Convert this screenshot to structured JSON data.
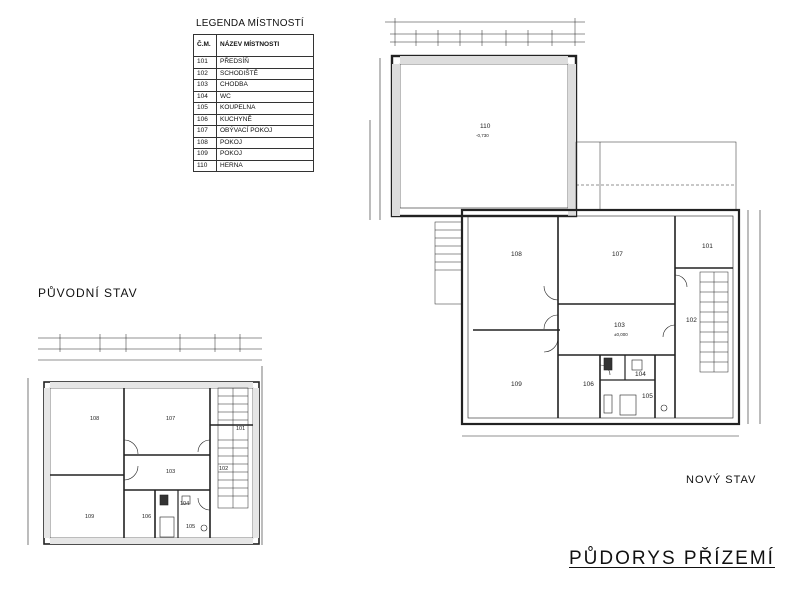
{
  "legend": {
    "title": "LEGENDA MÍSTNOSTÍ",
    "col_no": "Č.M.",
    "col_name": "NÁZEV MÍSTNOSTI",
    "rows": [
      {
        "no": "101",
        "name": "PŘEDSÍŇ"
      },
      {
        "no": "102",
        "name": "SCHODIŠTĚ"
      },
      {
        "no": "103",
        "name": "CHODBA"
      },
      {
        "no": "104",
        "name": "WC"
      },
      {
        "no": "105",
        "name": "KOUPELNA"
      },
      {
        "no": "106",
        "name": "KUCHYNĚ"
      },
      {
        "no": "107",
        "name": "OBÝVACÍ POKOJ"
      },
      {
        "no": "108",
        "name": "POKOJ"
      },
      {
        "no": "109",
        "name": "POKOJ"
      },
      {
        "no": "110",
        "name": "HERNA"
      }
    ]
  },
  "labels": {
    "old_state": "PŮVODNÍ STAV",
    "new_state": "NOVÝ STAV",
    "drawing_title": "PŮDORYS PŘÍZEMÍ"
  },
  "old_plan": {
    "rooms": {
      "r101": "101",
      "r102": "102",
      "r103": "103",
      "r104": "104",
      "r105": "105",
      "r106": "106",
      "r107": "107",
      "r108": "108",
      "r109": "109"
    }
  },
  "new_plan": {
    "rooms": {
      "r101": "101",
      "r102": "102",
      "r103": "103",
      "r104": "104",
      "r105": "105",
      "r106": "106",
      "r107": "107",
      "r108": "108",
      "r109": "109",
      "r110": "110"
    },
    "level_110": "-0,730",
    "level_103": "±0,000"
  }
}
